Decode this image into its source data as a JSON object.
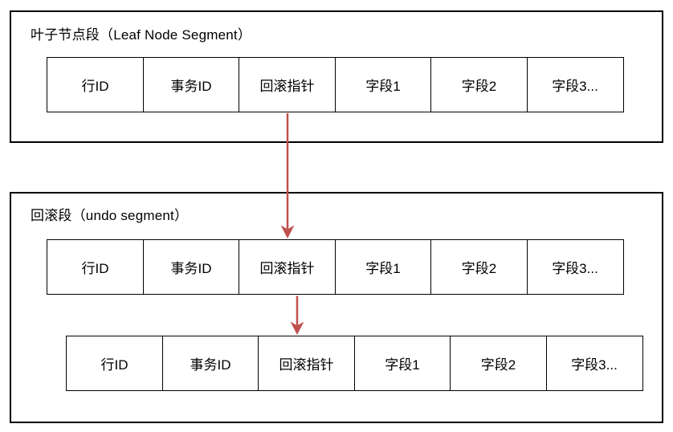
{
  "diagram": {
    "arrow_color": "#c0504d",
    "top_box": {
      "title": "叶子节点段（Leaf Node Segment）",
      "row": {
        "cells": [
          "行ID",
          "事务ID",
          "回滚指针",
          "字段1",
          "字段2",
          "字段3..."
        ]
      }
    },
    "bottom_box": {
      "title": "回滚段（undo segment）",
      "rows": [
        {
          "cells": [
            "行ID",
            "事务ID",
            "回滚指针",
            "字段1",
            "字段2",
            "字段3..."
          ]
        },
        {
          "cells": [
            "行ID",
            "事务ID",
            "回滚指针",
            "字段1",
            "字段2",
            "字段3..."
          ]
        }
      ]
    }
  }
}
